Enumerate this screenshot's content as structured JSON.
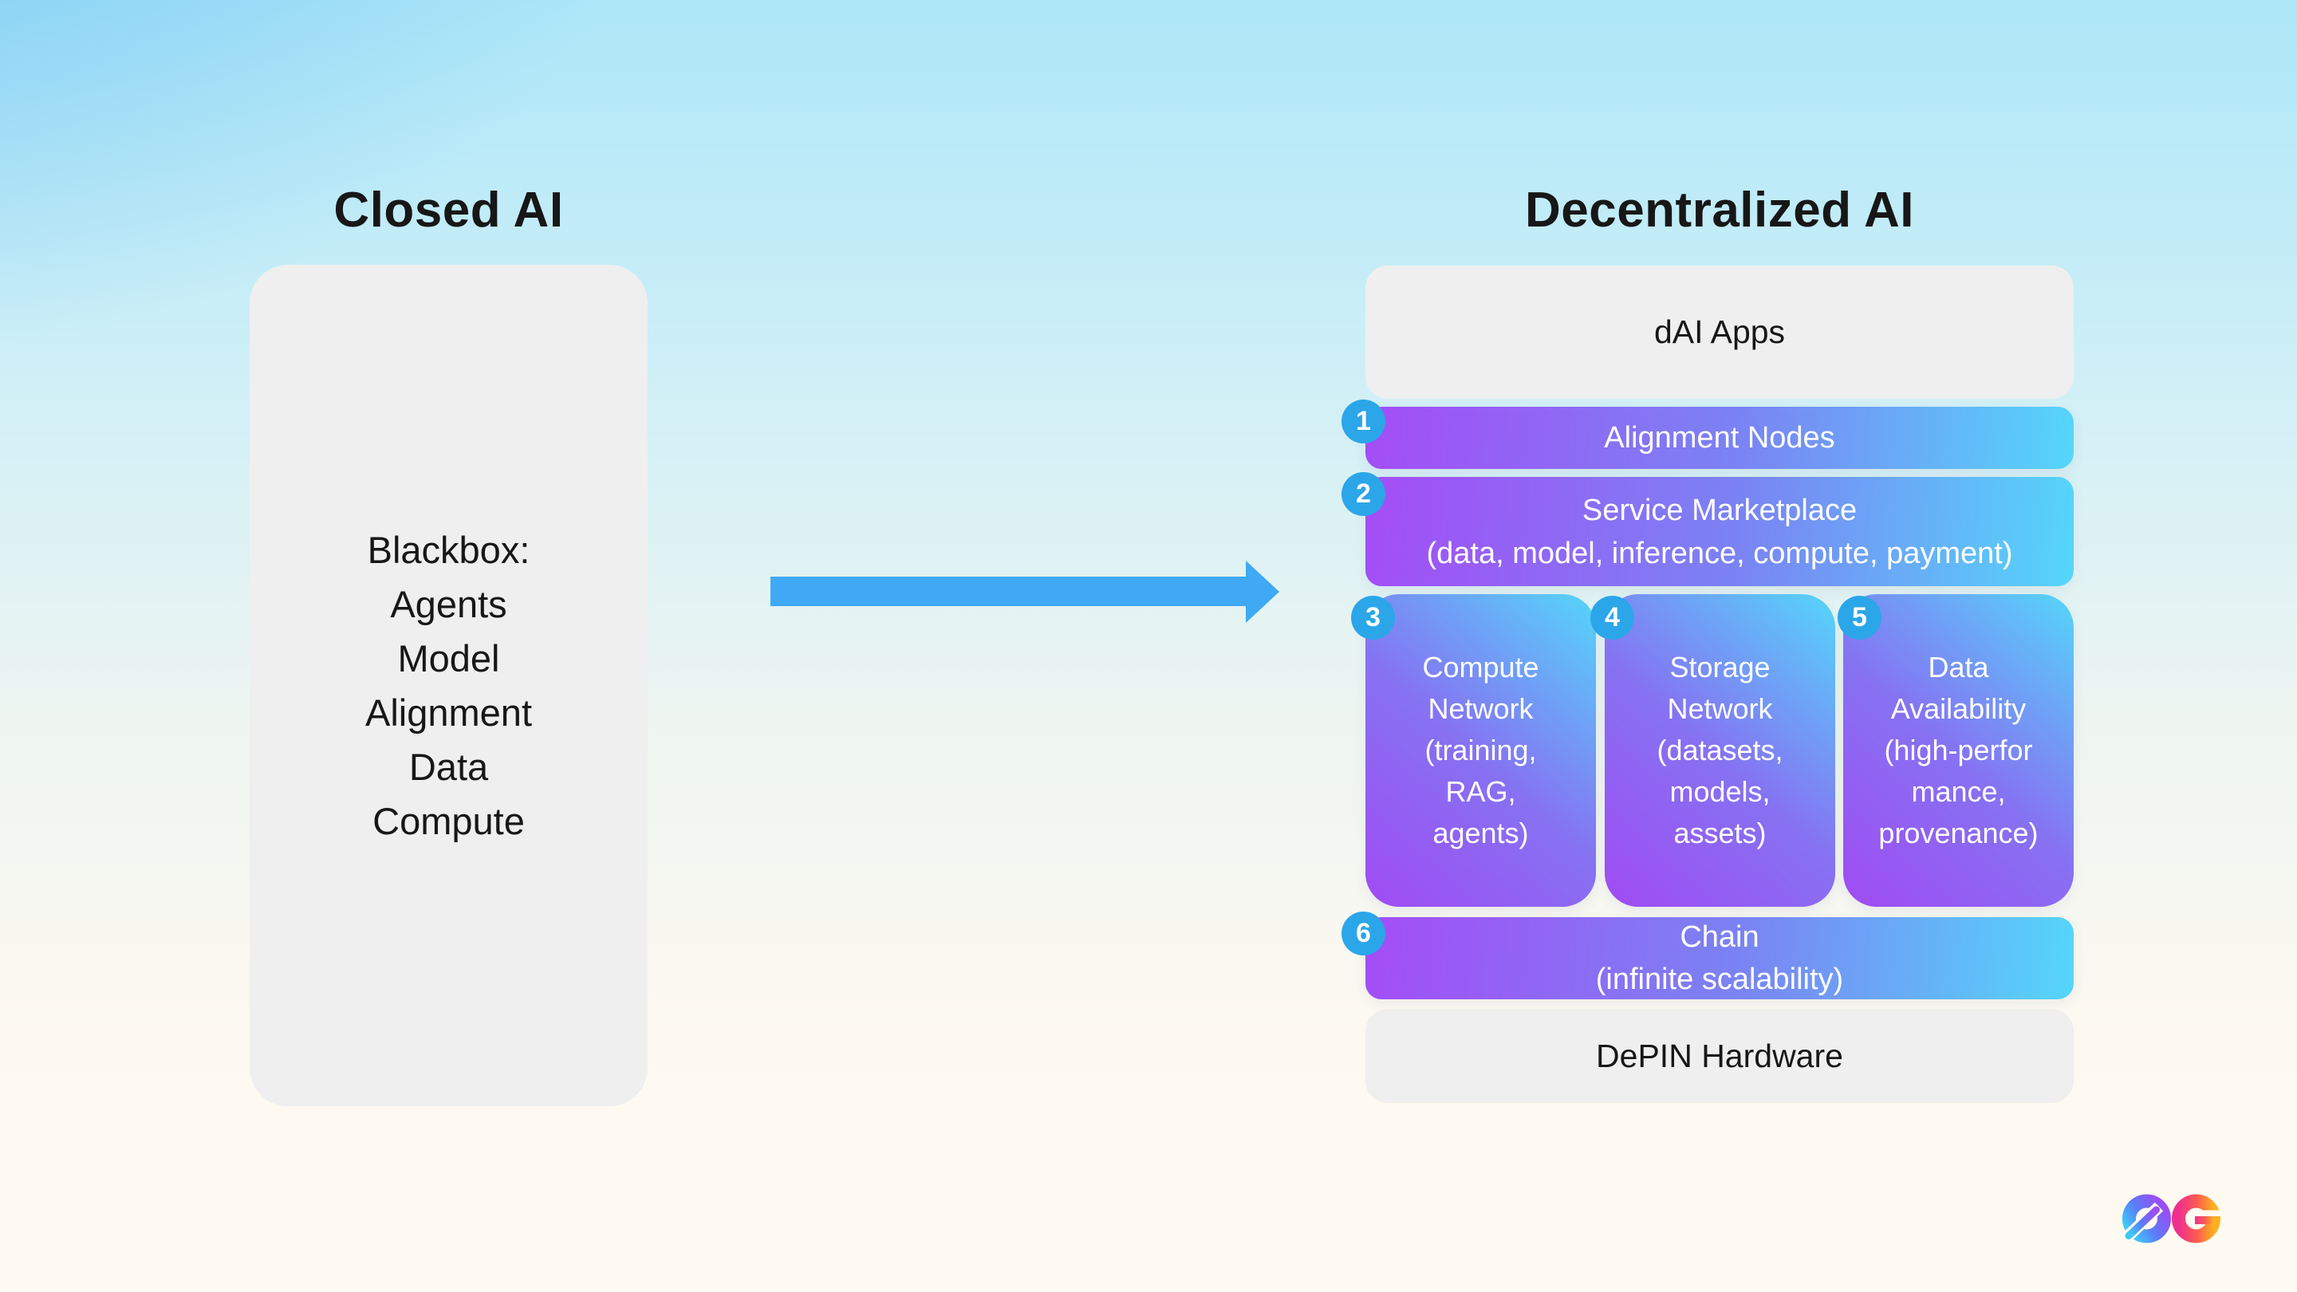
{
  "left_panel": {
    "title": "Closed AI",
    "box_text": "Blackbox:\nAgents\nModel\nAlignment\nData\nCompute"
  },
  "arrow": {
    "icon": "right-arrow",
    "color": "#3FA9F5"
  },
  "right_panel": {
    "title": "Decentralized AI",
    "layers": {
      "dai_apps": {
        "label": "dAI Apps"
      },
      "alignment_nodes": {
        "badge": "1",
        "label": "Alignment Nodes"
      },
      "service_marketplace": {
        "badge": "2",
        "label": "Service Marketplace\n(data, model, inference, compute, payment)"
      },
      "compute_network": {
        "badge": "3",
        "label": "Compute\nNetwork\n(training,\nRAG,\nagents)"
      },
      "storage_network": {
        "badge": "4",
        "label": "Storage\nNetwork\n(datasets,\nmodels,\nassets)"
      },
      "data_availability": {
        "badge": "5",
        "label": "Data\nAvailability\n(high-perfor\nmance,\nprovenance)"
      },
      "chain": {
        "badge": "6",
        "label": "Chain\n(infinite scalability)"
      },
      "depin_hardware": {
        "label": "DePIN Hardware"
      }
    }
  },
  "logo": {
    "name": "0g-logo",
    "text": "0G"
  },
  "colors": {
    "background_top_left": "#8ED3F7",
    "background_top_right": "#B3ECF8",
    "background_bottom": "#FFFAF2",
    "panel_gray": "#EFEFEF",
    "gradient_purple": "#A44DF6",
    "gradient_mid_blue": "#7B82F3",
    "gradient_cyan": "#55D6FA",
    "badge_blue": "#2BA6E9",
    "arrow_blue": "#3FA9F5",
    "text_dark": "#171717",
    "text_white": "#FFFFFF"
  }
}
